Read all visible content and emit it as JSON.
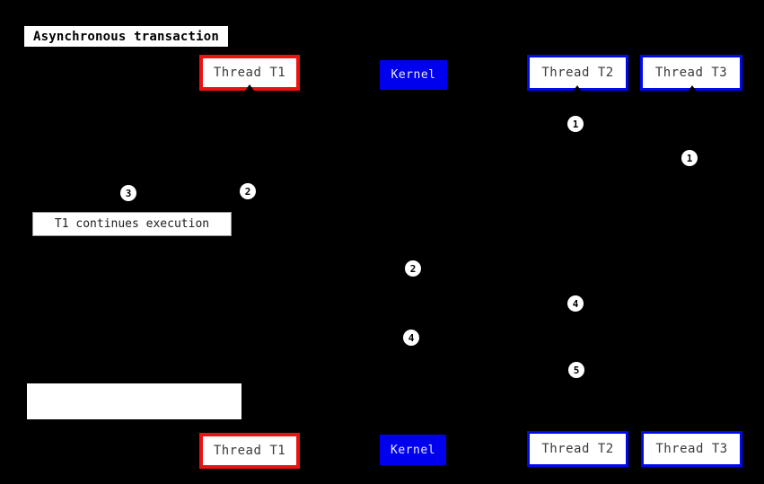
{
  "diagram": {
    "title": "Asynchronous transaction",
    "participants": {
      "t1": {
        "label": "Thread T1",
        "accent_color": "#ee1111"
      },
      "kernel": {
        "label": "Kernel",
        "fill_color": "#0000ee",
        "text_color": "#e9e9ff"
      },
      "t2": {
        "label": "Thread T2",
        "accent_color": "#0008ee"
      },
      "t3": {
        "label": "Thread T3",
        "accent_color": "#0008ee"
      }
    },
    "notes": {
      "t1_continues": {
        "text": "T1 continues execution"
      },
      "empty_note": {
        "text": ""
      }
    },
    "badges": [
      "1",
      "1",
      "2",
      "3",
      "2",
      "4",
      "4",
      "5"
    ],
    "colors": {
      "background": "#000000",
      "box_fill": "#ffffff",
      "badge_fill": "#ffffff",
      "badge_text": "#000000",
      "participant_text": "#3a3a3a"
    }
  }
}
